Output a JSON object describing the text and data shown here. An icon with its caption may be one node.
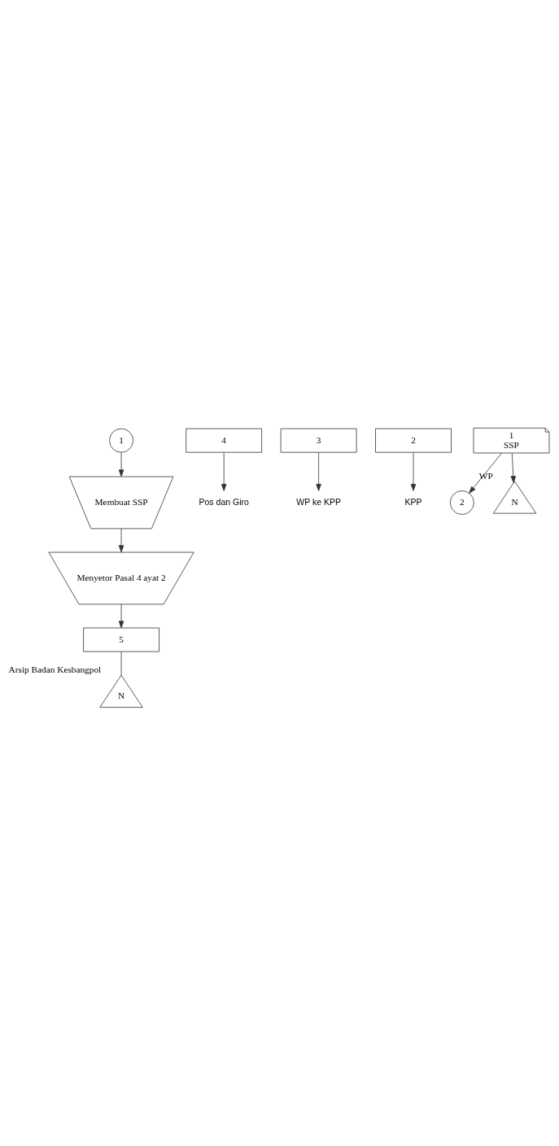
{
  "diagram": {
    "nodes": [
      {
        "text": [
          "1"
        ]
      },
      {
        "text": [
          "Membuat SSP"
        ]
      },
      {
        "text": [
          "Menyetor Pasal 4 ayat 2"
        ]
      },
      {
        "text": [
          "5"
        ]
      },
      {
        "text": [
          "4"
        ]
      },
      {
        "text": [
          "3"
        ]
      },
      {
        "text": [
          "2"
        ]
      },
      {
        "text": [
          "1",
          "SSP"
        ]
      },
      {
        "text": [
          "2"
        ]
      },
      {
        "text": [
          "N"
        ],
        "beside": [
          "WP"
        ]
      },
      {
        "text": [
          "KPP"
        ]
      },
      {
        "text": [
          "Pos dan Giro"
        ]
      },
      {
        "text": [
          "WP ke KPP"
        ]
      },
      {
        "text": [
          "N"
        ],
        "beside": [
          "Arsip Badan Kesbangpol"
        ]
      }
    ],
    "edges": [
      {
        "from": 0,
        "to": 1,
        "arrow": "to"
      },
      {
        "from": 1,
        "to": 2,
        "arrow": "to"
      },
      {
        "from": 2,
        "to": 3,
        "arrow": "to"
      },
      {
        "from": 7,
        "to": 8,
        "arrow": "to"
      },
      {
        "from": 7,
        "to": 9,
        "arrow": "to"
      },
      {
        "from": 6,
        "to": 10,
        "arrow": "to"
      },
      {
        "from": 4,
        "to": 11,
        "arrow": "to"
      },
      {
        "from": 5,
        "to": 12,
        "arrow": "to"
      },
      {
        "from": 3,
        "to": 13,
        "arrow": "none"
      }
    ]
  }
}
